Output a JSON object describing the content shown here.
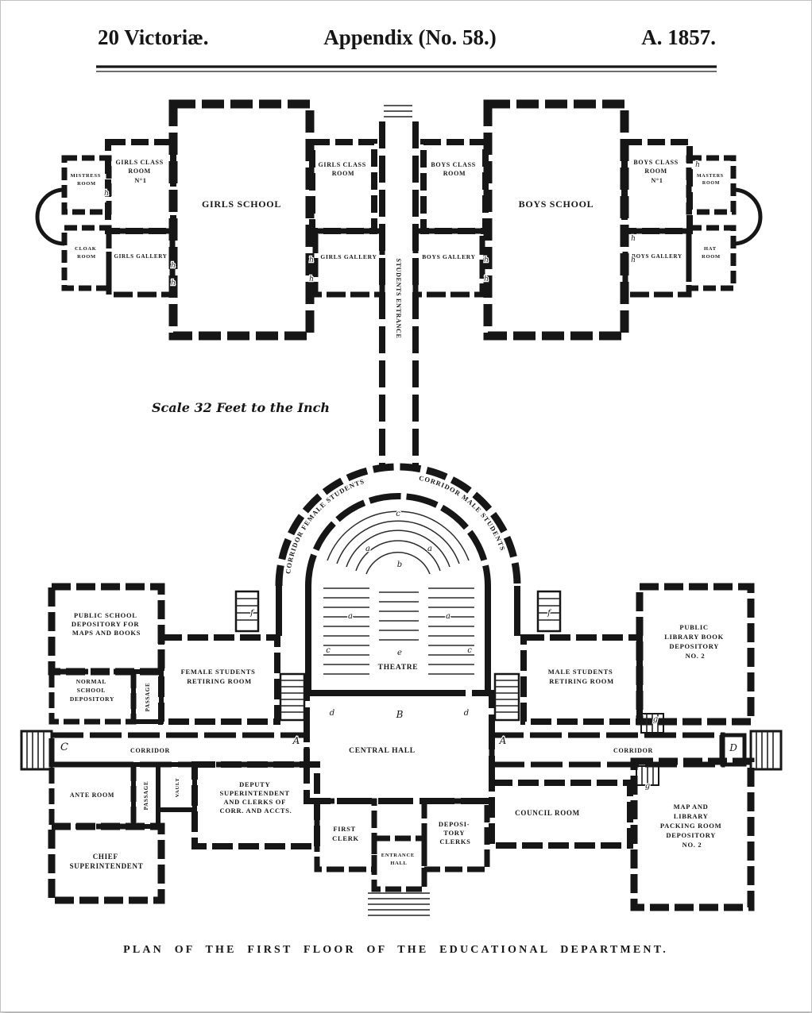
{
  "page": {
    "header_left": "20 Victoriæ.",
    "header_center": "Appendix (No. 58.)",
    "header_right": "A. 1857.",
    "scale_note": "Scale 32 Feet to the Inch",
    "caption": "PLAN OF THE FIRST FLOOR OF THE EDUCATIONAL DEPARTMENT."
  },
  "rooms": {
    "mistress_room": {
      "lines": [
        "MISTRESS",
        "ROOM"
      ]
    },
    "girls_class_room_no1": {
      "lines": [
        "GIRLS CLASS",
        "ROOM",
        "N°1"
      ]
    },
    "girls_school": {
      "lines": [
        "GIRLS SCHOOL"
      ]
    },
    "girls_class_room": {
      "lines": [
        "GIRLS CLASS",
        "ROOM"
      ]
    },
    "cloak_room": {
      "lines": [
        "CLOAK",
        "ROOM"
      ]
    },
    "girls_gallery_west": {
      "lines": [
        "GIRLS GALLERY"
      ]
    },
    "girls_gallery_east": {
      "lines": [
        "GIRLS GALLERY"
      ]
    },
    "students_entrance": {
      "lines": [
        "STUDENTS ENTRANCE"
      ]
    },
    "boys_class_room": {
      "lines": [
        "BOYS CLASS",
        "ROOM"
      ]
    },
    "boys_school": {
      "lines": [
        "BOYS SCHOOL"
      ]
    },
    "boys_class_room_no1": {
      "lines": [
        "BOYS CLASS",
        "ROOM",
        "N°1"
      ]
    },
    "masters_room": {
      "lines": [
        "MASTERS",
        "ROOM"
      ]
    },
    "boys_gallery_west": {
      "lines": [
        "BOYS GALLERY"
      ]
    },
    "boys_gallery_east": {
      "lines": [
        "BOYS GALLERY"
      ]
    },
    "hat_room": {
      "lines": [
        "HAT",
        "ROOM"
      ]
    },
    "corridor_female_students": {
      "lines": [
        "CORRIDOR FEMALE STUDENTS"
      ]
    },
    "corridor_male_students": {
      "lines": [
        "CORRIDOR MALE STUDENTS"
      ]
    },
    "theatre": {
      "lines": [
        "THEATRE"
      ]
    },
    "public_school_depository": {
      "lines": [
        "PUBLIC SCHOOL",
        "DEPOSITORY FOR",
        "MAPS AND BOOKS"
      ]
    },
    "normal_school_depository": {
      "lines": [
        "NORMAL",
        "SCHOOL",
        "DEPOSITORY"
      ]
    },
    "passage_north": {
      "lines": [
        "PASSAGE"
      ]
    },
    "female_students_retiring_room": {
      "lines": [
        "FEMALE STUDENTS",
        "RETIRING ROOM"
      ]
    },
    "corridor_west": {
      "lines": [
        "CORRIDOR"
      ]
    },
    "ante_room": {
      "lines": [
        "ANTE ROOM"
      ]
    },
    "passage_south": {
      "lines": [
        "PASSAGE"
      ]
    },
    "vault": {
      "lines": [
        "VAULT"
      ]
    },
    "deputy_superintendent": {
      "lines": [
        "DEPUTY",
        "SUPERINTENDENT",
        "AND CLERKS OF",
        "CORR. AND ACCTS."
      ]
    },
    "chief_superintendent": {
      "lines": [
        "CHIEF",
        "SUPERINTENDENT"
      ]
    },
    "first_clerk": {
      "lines": [
        "FIRST",
        "CLERK"
      ]
    },
    "entrance_hall": {
      "lines": [
        "ENTRANCE",
        "HALL"
      ]
    },
    "depository_clerks": {
      "lines": [
        "DEPOSI-",
        "TORY",
        "CLERKS"
      ]
    },
    "central_hall": {
      "lines": [
        "CENTRAL HALL"
      ]
    },
    "council_room": {
      "lines": [
        "COUNCIL ROOM"
      ]
    },
    "corridor_east": {
      "lines": [
        "CORRIDOR"
      ]
    },
    "male_students_retiring_room": {
      "lines": [
        "MALE STUDENTS",
        "RETIRING ROOM"
      ]
    },
    "public_library_depository": {
      "lines": [
        "PUBLIC",
        "LIBRARY BOOK",
        "DEPOSITORY",
        "NO. 2"
      ]
    },
    "map_packing_room": {
      "lines": [
        "MAP AND",
        "LIBRARY",
        "PACKING ROOM",
        "DEPOSITORY",
        "NO. 2"
      ]
    }
  },
  "markers": {
    "A": "A",
    "B": "B",
    "C": "C",
    "D": "D",
    "a": "a",
    "b": "b",
    "c": "c",
    "d": "d",
    "e": "e",
    "f": "f",
    "g": "g",
    "h": "h"
  },
  "colors": {
    "ink": "#161616",
    "paper": "#ffffff"
  }
}
